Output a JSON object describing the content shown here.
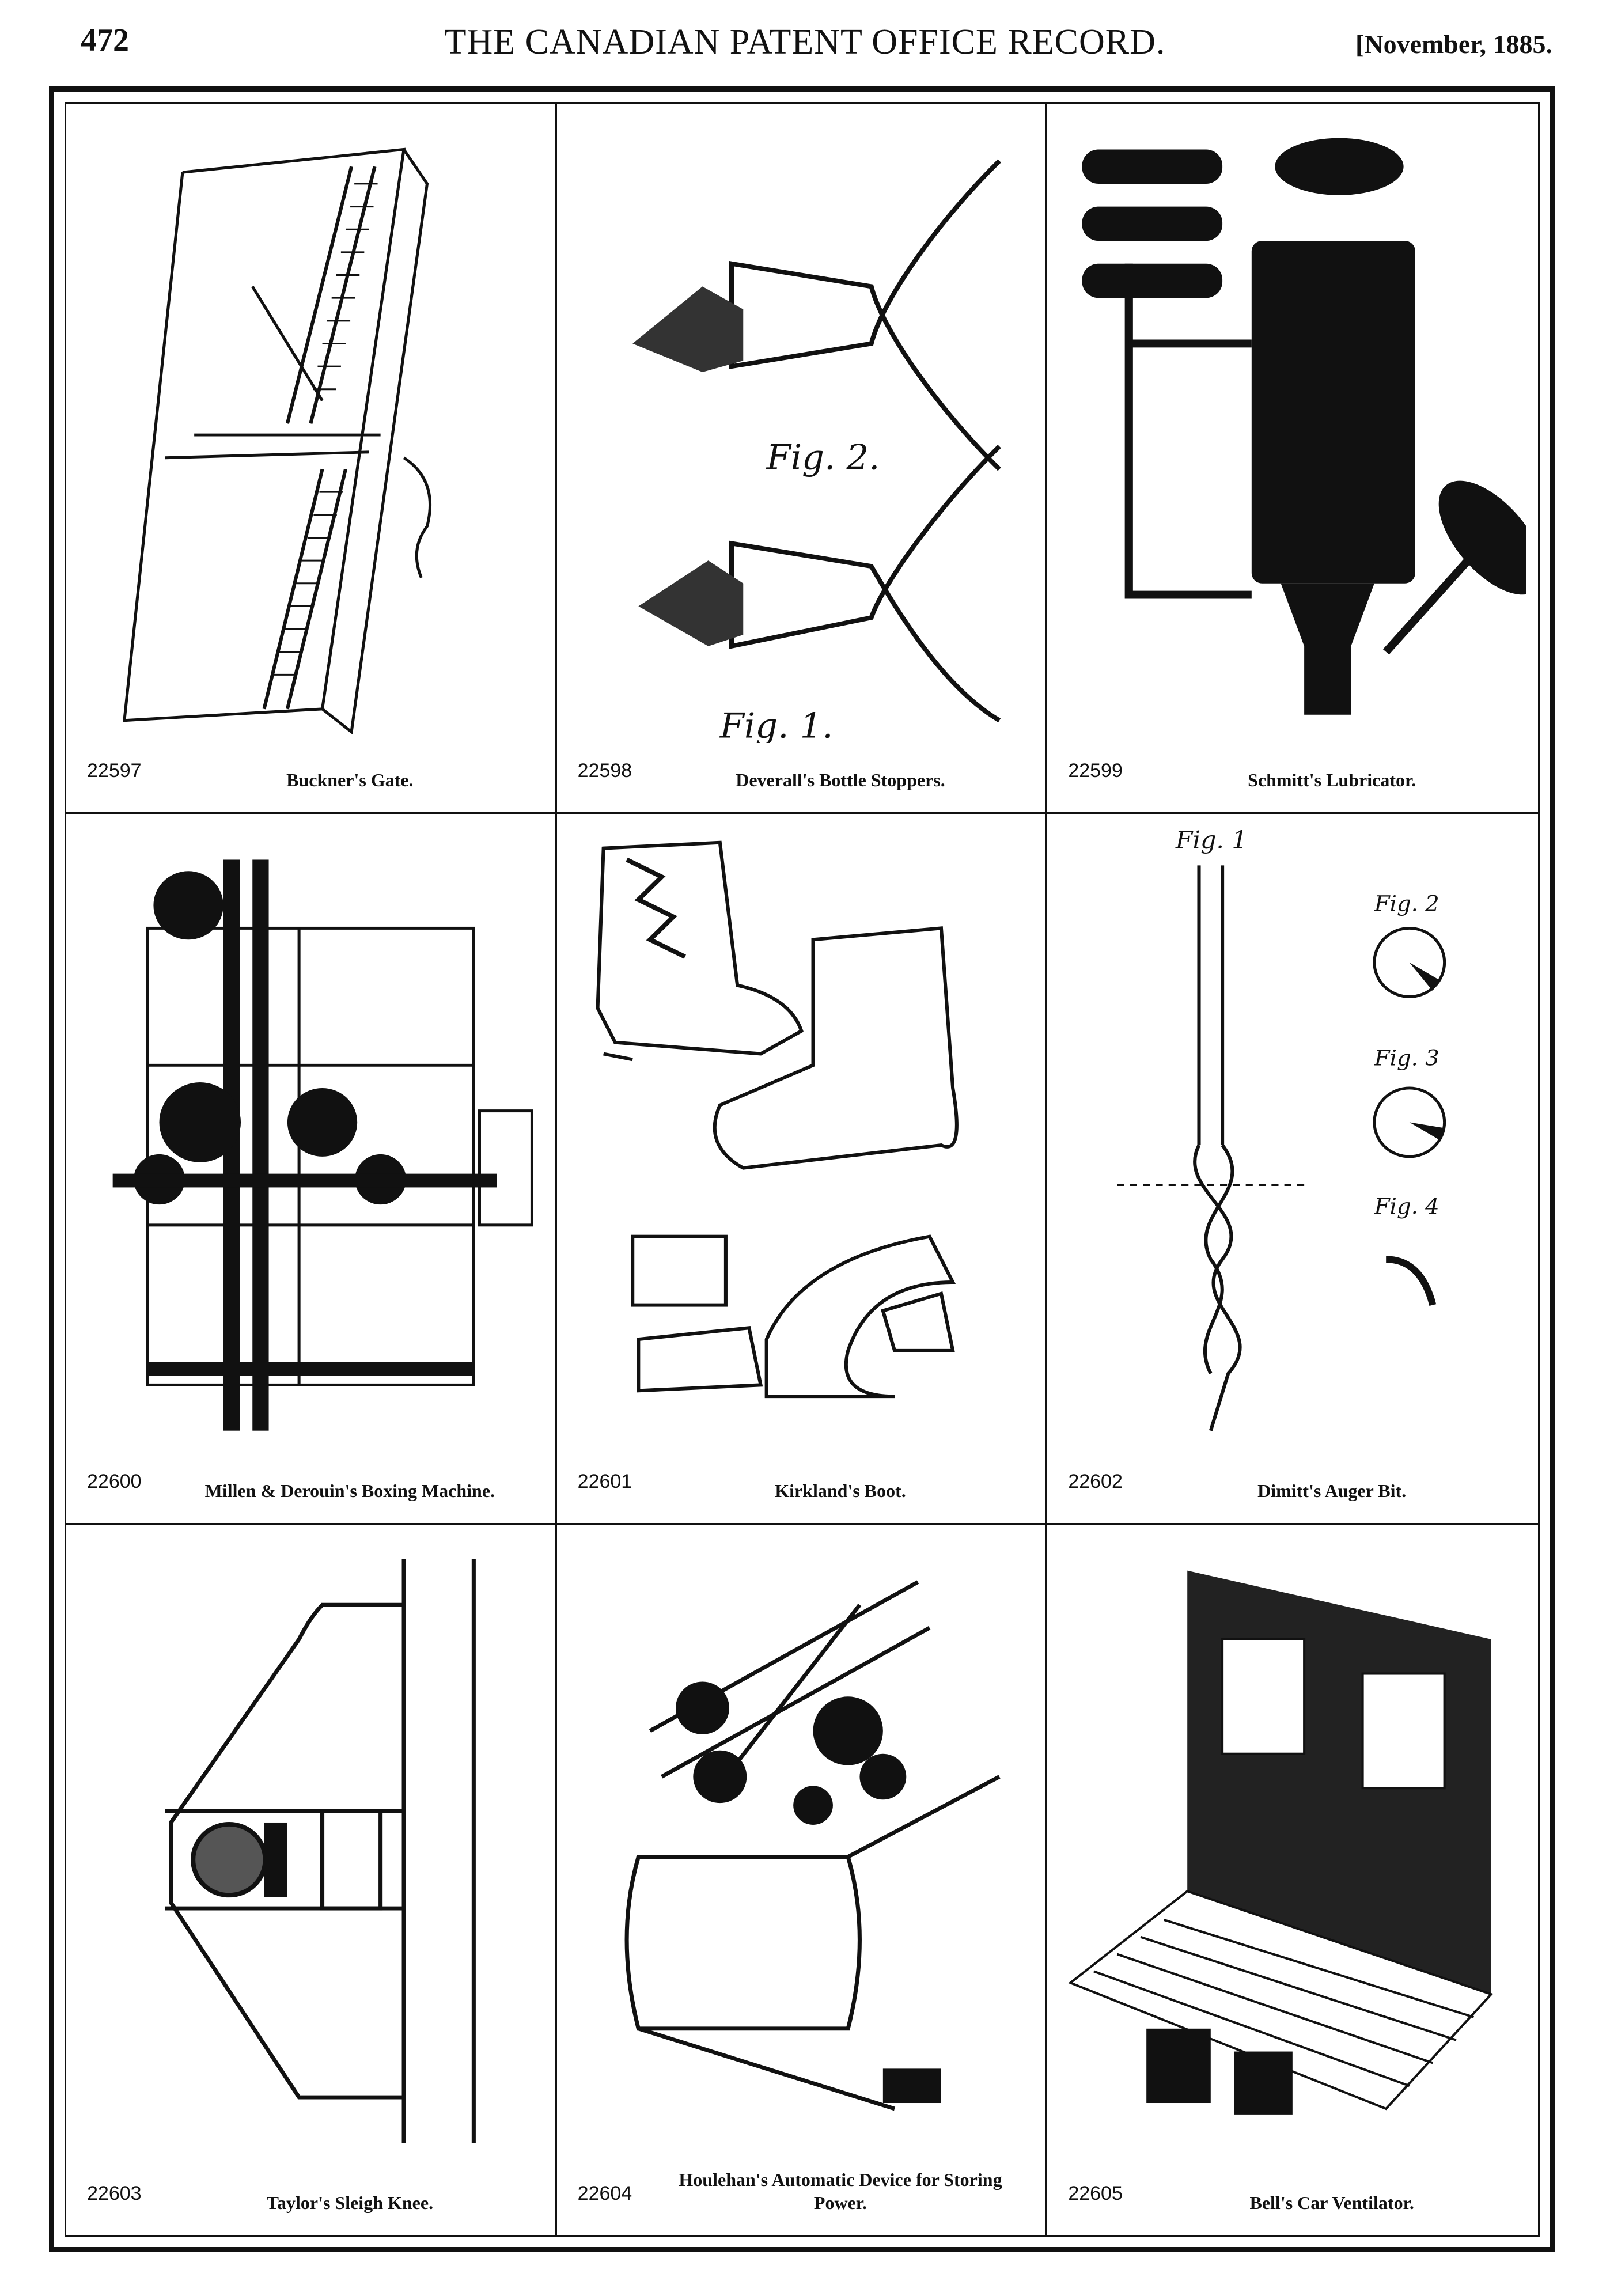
{
  "header": {
    "page_number": "472",
    "title": "THE CANADIAN PATENT OFFICE RECORD.",
    "date": "[November, 1885."
  },
  "patents": [
    {
      "number": "22597",
      "title": "Buckner's Gate."
    },
    {
      "number": "22598",
      "title": "Deverall's Bottle Stoppers.",
      "figures": [
        "Fig. 2.",
        "Fig. 1."
      ]
    },
    {
      "number": "22599",
      "title": "Schmitt's Lubricator."
    },
    {
      "number": "22600",
      "title": "Millen & Derouin's Boxing Machine."
    },
    {
      "number": "22601",
      "title": "Kirkland's Boot."
    },
    {
      "number": "22602",
      "title": "Dimitt's Auger Bit.",
      "figures": [
        "Fig. 1",
        "Fig. 2",
        "Fig. 3",
        "Fig. 4"
      ]
    },
    {
      "number": "22603",
      "title": "Taylor's Sleigh Knee."
    },
    {
      "number": "22604",
      "title": "Houlehan's Automatic Device for Storing Power."
    },
    {
      "number": "22605",
      "title": "Bell's Car Ventilator."
    }
  ]
}
